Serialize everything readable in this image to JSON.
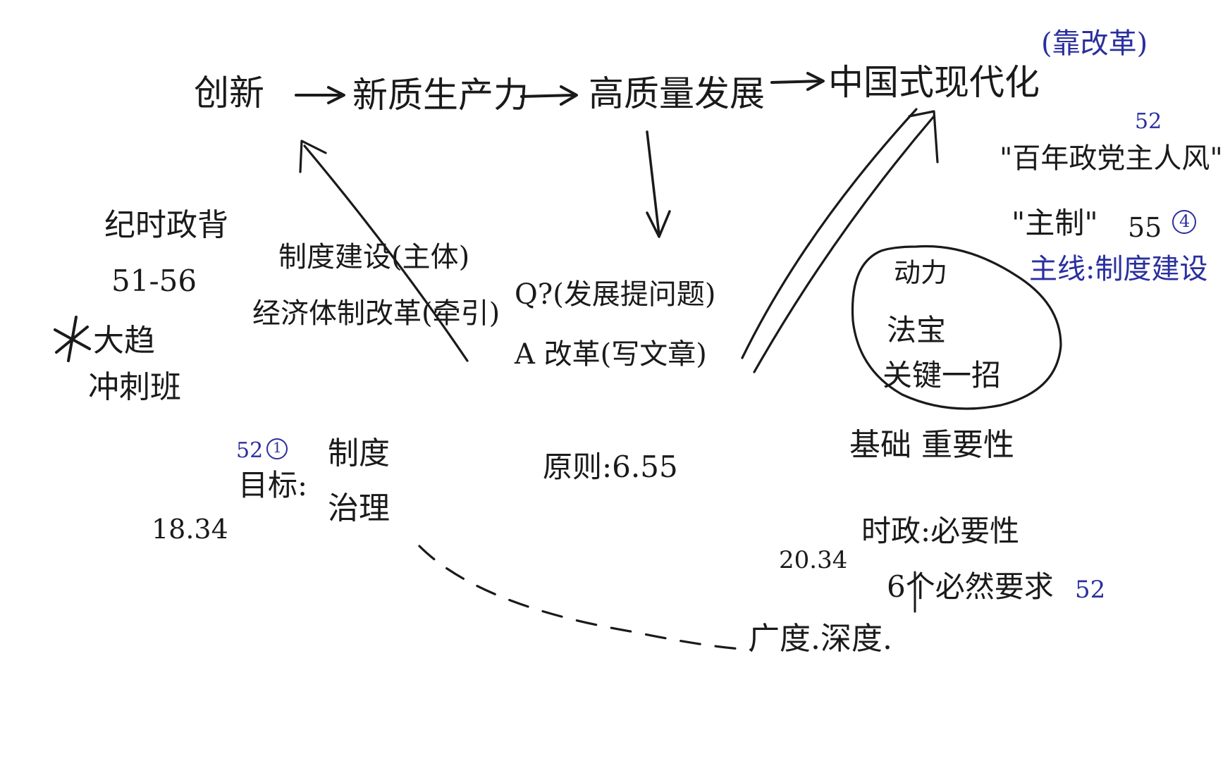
{
  "colors": {
    "ink": "#1a1a1a",
    "blue_pen": "#2a2f9e",
    "paper": "#ffffff"
  },
  "top_row": {
    "n1": "创新",
    "n2": "新质生产力",
    "n3": "高质量发展",
    "n4": "中国式现代化",
    "note": "(靠改革)"
  },
  "left": {
    "line1": "纪时政背",
    "line2": "51-56",
    "line3": "大趋",
    "line4": "冲刺班"
  },
  "center_left": {
    "line1": "制度建设(主体)",
    "line2": "经济体制改革(牵引)"
  },
  "center": {
    "q": "Q?(发展提问题)",
    "a": "A 改革(写文章)",
    "principle": "原则:6.55"
  },
  "right_top": {
    "num": "52",
    "quote1": "\"百年政党主人风\"",
    "quote2": "\"主制\"",
    "num2": "55",
    "circled": "4",
    "mainline": "主线:制度建设"
  },
  "bubble": {
    "l1": "动力",
    "l2": "法宝",
    "l3": "关键一招"
  },
  "base": "基础 重要性",
  "bottom_left": {
    "ref": "52",
    "circled": "1",
    "goal": "目标:",
    "zhidu": "制度",
    "zhili": "治理",
    "num": "18.34"
  },
  "bottom_right": {
    "num": "20.34",
    "l1": "时政:必要性",
    "l2": "6个必然要求",
    "l2_num": "52",
    "l3": "广度.深度."
  }
}
